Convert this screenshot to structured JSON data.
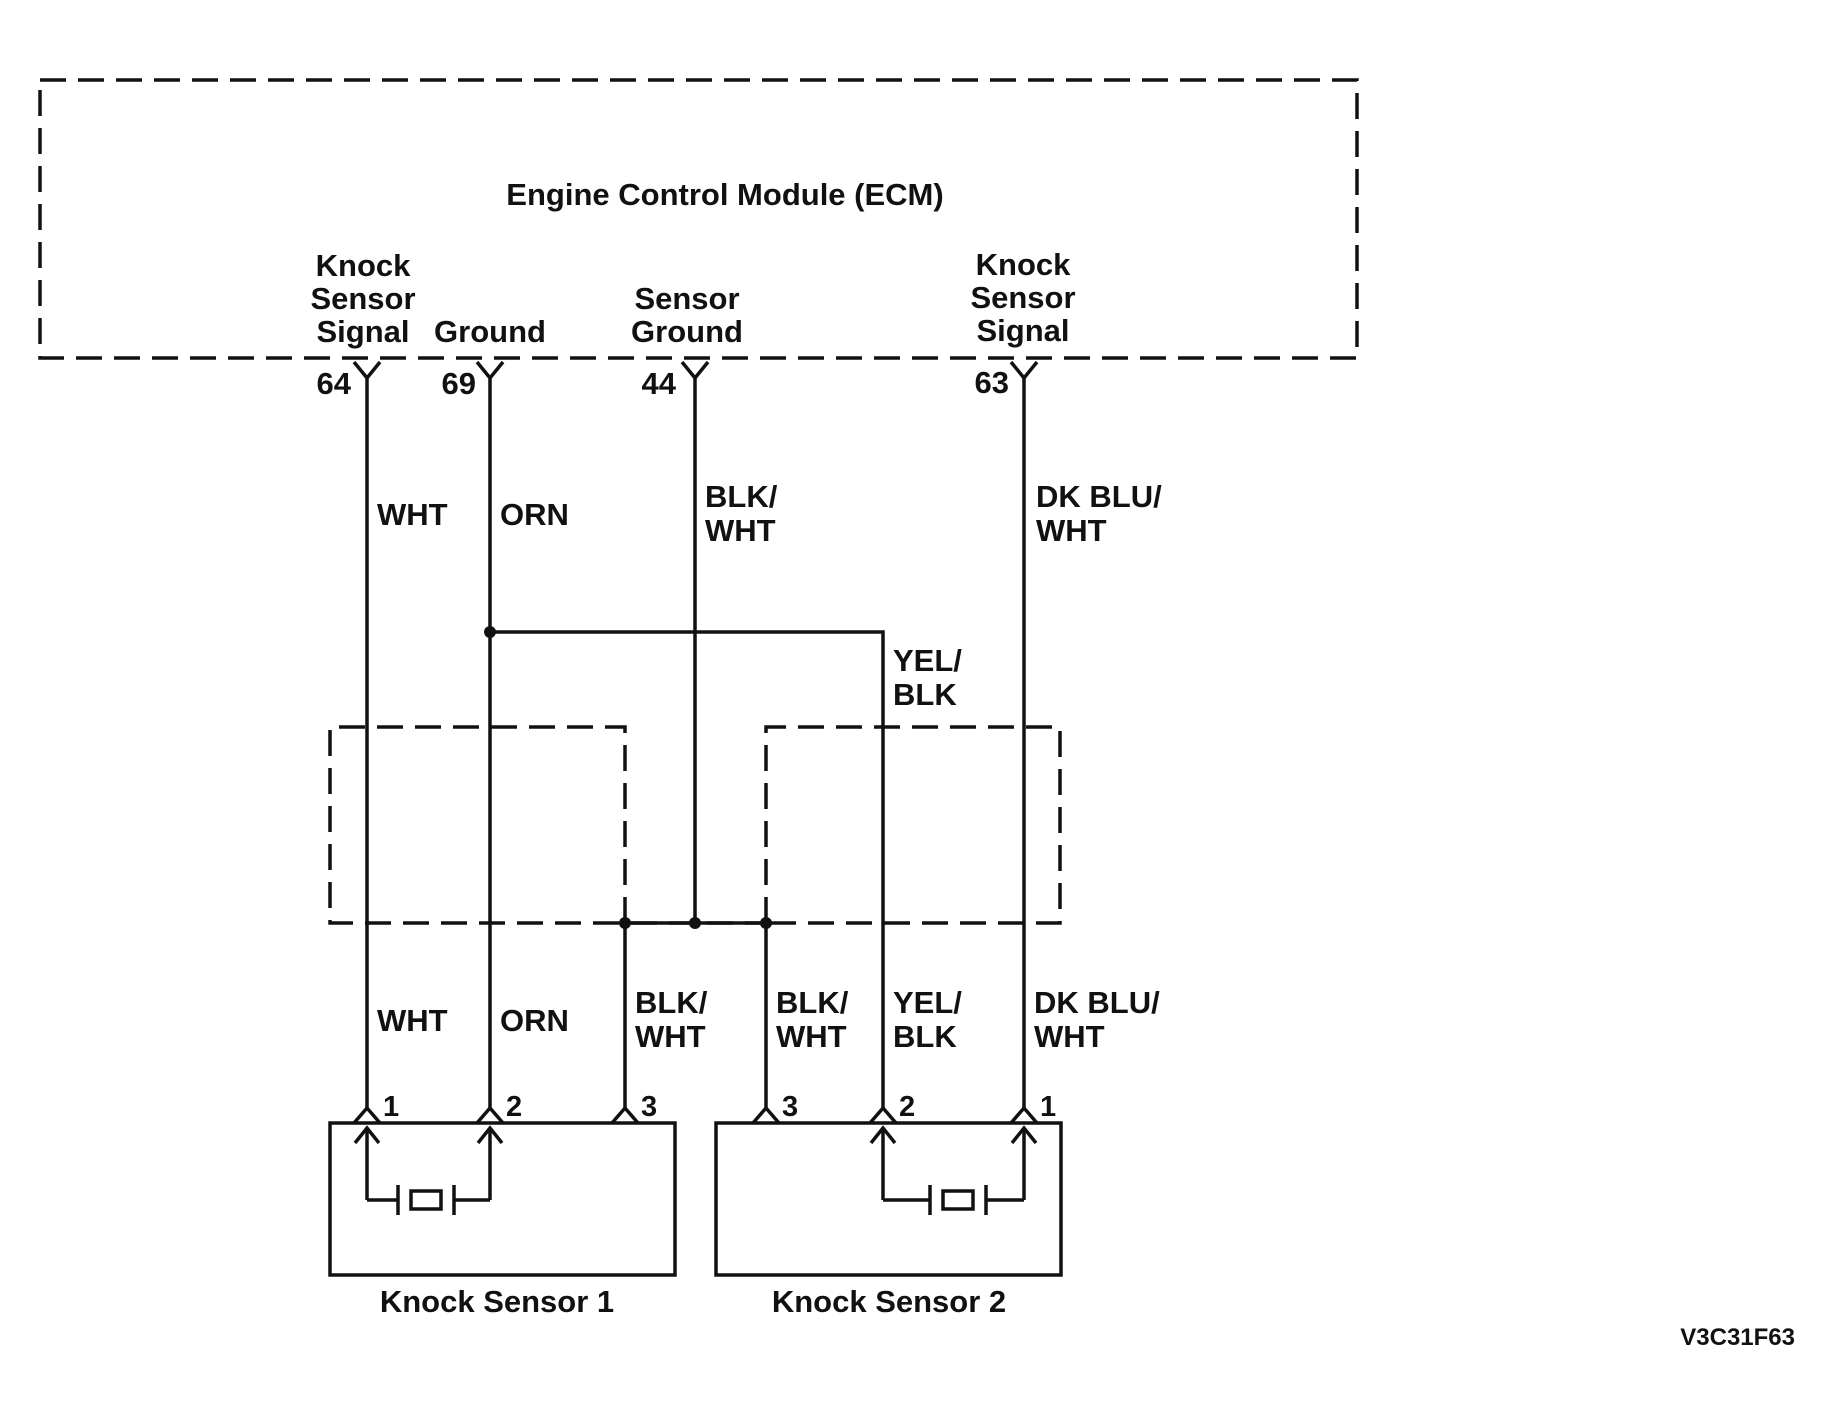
{
  "ecm": {
    "title": "Engine Control Module (ECM)",
    "pins": [
      {
        "number": "64",
        "label_lines": [
          "Knock",
          "Sensor",
          "Signal"
        ]
      },
      {
        "number": "69",
        "label_lines": [
          "Ground"
        ]
      },
      {
        "number": "44",
        "label_lines": [
          "Sensor",
          "Ground"
        ]
      },
      {
        "number": "63",
        "label_lines": [
          "Knock",
          "Sensor",
          "Signal"
        ]
      }
    ]
  },
  "wires": {
    "upper": [
      {
        "lines": [
          "WHT"
        ]
      },
      {
        "lines": [
          "ORN"
        ]
      },
      {
        "lines": [
          "BLK/",
          "WHT"
        ]
      },
      {
        "lines": [
          "DK BLU/",
          "WHT"
        ]
      },
      {
        "lines": [
          "YEL/",
          "BLK"
        ]
      }
    ],
    "lower": [
      {
        "lines": [
          "WHT"
        ]
      },
      {
        "lines": [
          "ORN"
        ]
      },
      {
        "lines": [
          "BLK/",
          "WHT"
        ]
      },
      {
        "lines": [
          "BLK/",
          "WHT"
        ]
      },
      {
        "lines": [
          "YEL/",
          "BLK"
        ]
      },
      {
        "lines": [
          "DK BLU/",
          "WHT"
        ]
      }
    ]
  },
  "sensors": [
    {
      "name": "Knock Sensor 1",
      "terminals": [
        "1",
        "2",
        "3"
      ]
    },
    {
      "name": "Knock Sensor 2",
      "terminals": [
        "3",
        "2",
        "1"
      ]
    }
  ],
  "figure_code": "V3C31F63"
}
